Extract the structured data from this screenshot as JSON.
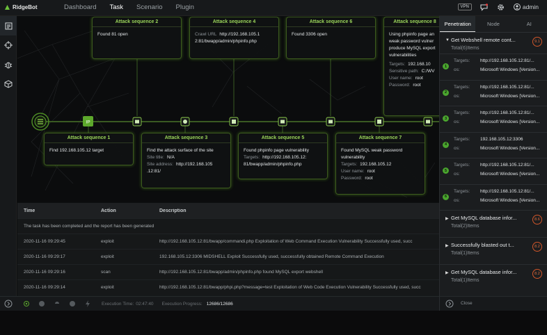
{
  "app": {
    "name": "RidgeBot"
  },
  "nav": {
    "items": [
      "Dashboard",
      "Task",
      "Scenario",
      "Plugin"
    ],
    "active": "Task"
  },
  "top_right": {
    "vpn": "VPN",
    "user": "admin"
  },
  "timeline": {
    "start_badge": "IP"
  },
  "cards": [
    {
      "title": "Attack sequence 2",
      "lines": [
        {
          "text": "Found 81 open"
        }
      ]
    },
    {
      "title": "Attack sequence 4",
      "lines": [
        {
          "label": "Crawl URL",
          "text": "http://192.168.105.1"
        },
        {
          "text": "2:81/bwapp/admin/phpinfo.php"
        }
      ]
    },
    {
      "title": "Attack sequence 6",
      "lines": [
        {
          "text": "Found 3306 open"
        }
      ]
    },
    {
      "title": "Attack sequence 8",
      "lines": [
        {
          "text": "Using phpinfo page an"
        },
        {
          "text": "weak password vulner"
        },
        {
          "text": "produce MySQL export"
        },
        {
          "text": "vulnerabilities"
        },
        {
          "label": "Targets:",
          "text": "192.168.10"
        },
        {
          "label": "Sensitive path:",
          "text": "C:/WV"
        },
        {
          "label": "User name:",
          "text": "root"
        },
        {
          "label": "Password:",
          "text": "root"
        }
      ]
    },
    {
      "title": "Attack sequence 1",
      "lines": [
        {
          "text": "Find 192.168.105.12 target"
        }
      ]
    },
    {
      "title": "Attack sequence 3",
      "lines": [
        {
          "text": "Find the attack surface of the site"
        },
        {
          "label": "Site title:",
          "text": "N/A"
        },
        {
          "label": "Site address:",
          "text": "http://192.168.105"
        },
        {
          "text": ".12:81/"
        }
      ]
    },
    {
      "title": "Attack sequence 5",
      "lines": [
        {
          "text": "Found phpinfo page vulnerability"
        },
        {
          "label": "Targets:",
          "text": "http://192.168.105.12:"
        },
        {
          "text": "81/bwapp/admin/phpinfo.php"
        }
      ]
    },
    {
      "title": "Attack sequence 7",
      "lines": [
        {
          "text": "Found MySQL weak password"
        },
        {
          "text": "vulnerability"
        },
        {
          "label": "Targets:",
          "text": "192.168.105.12"
        },
        {
          "label": "User name:",
          "text": "root"
        },
        {
          "label": "Password:",
          "text": "root"
        }
      ]
    }
  ],
  "log": {
    "headers": {
      "time": "Time",
      "action": "Action",
      "description": "Description"
    },
    "notice": "The task has been completed and the report has been generated",
    "rows": [
      {
        "time": "2020-11-16 09:29:45",
        "action": "exploit",
        "description": "http://192.168.105.12:81/bwapp/commandi.php Exploitation of Web Command Execution Vulnerability Successfully used, succ"
      },
      {
        "time": "2020-11-16 09:29:17",
        "action": "exploit",
        "description": "192.168.105.12:3306 MIDSHELL Exploit Successfully used, successfully obtained Remote Command Execution"
      },
      {
        "time": "2020-11-16 09:29:16",
        "action": "scan",
        "description": "http://192.168.105.12:81/bwapp/admin/phpinfo.php found MySQL export webshell"
      },
      {
        "time": "2020-11-16 09:29:14",
        "action": "exploit",
        "description": "http://192.168.105.12:81/bwapp/phpi.php?message=test Exploitation of Web Code Execution Vulnerability Successfully used, succ"
      }
    ]
  },
  "statusbar": {
    "exec_time_label": "Execution Time:",
    "exec_time": "02:47:40",
    "progress_label": "Execution Progress:",
    "progress": "12686/12686"
  },
  "rpanel": {
    "tabs": [
      "Penetration",
      "Node",
      "AI"
    ],
    "active_tab": "Penetration",
    "groups_top": {
      "title": "Get Webshell remote cont...",
      "total": "Total(6)Items",
      "score": "9.1"
    },
    "items": [
      {
        "num": "1",
        "targets": "http://192.168.105.12:81/...",
        "os": "Microsoft Windows [Version..."
      },
      {
        "num": "2",
        "targets": "http://192.168.105.12:81/...",
        "os": "Microsoft Windows [Version..."
      },
      {
        "num": "3",
        "targets": "http://192.168.105.12:81/...",
        "os": "Microsoft Windows [Version..."
      },
      {
        "num": "4",
        "targets": "192.168.105.12:3306",
        "os": "Microsoft Windows [Version..."
      },
      {
        "num": "5",
        "targets": "http://192.168.105.12:81/...",
        "os": "Microsoft Windows [Version..."
      },
      {
        "num": "6",
        "targets": "http://192.168.105.12:81/...",
        "os": "Microsoft Windows [Version..."
      }
    ],
    "targets_label": "Targets:",
    "os_label": "os:",
    "groups_bottom": [
      {
        "title": "Get MySQL database infor...",
        "total": "Total(2)Items",
        "score": "8.6"
      },
      {
        "title": "Successfully blasted out t...",
        "total": "Total(1)Items",
        "score": "8.2"
      },
      {
        "title": "Get MySQL database infor...",
        "total": "Total(1)Items",
        "score": "8.2"
      }
    ],
    "close": "Close"
  }
}
